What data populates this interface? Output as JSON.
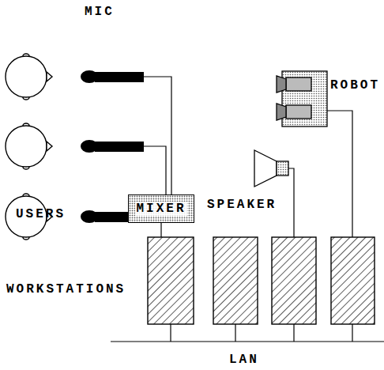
{
  "diagram": {
    "nodes": [
      {
        "text": [
          "MIXER"
        ]
      }
    ],
    "labels": [
      "MIC",
      "USERS",
      "SPEAKER",
      "ROBOT",
      "WORKSTATIONS",
      "LAN"
    ]
  }
}
